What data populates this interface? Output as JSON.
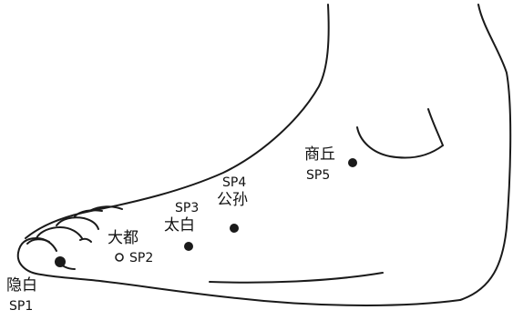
{
  "points": [
    {
      "id": "SP1",
      "name": "隐白",
      "code": "SP1",
      "marker": "filled"
    },
    {
      "id": "SP2",
      "name": "大都",
      "code": "SP2",
      "marker": "open"
    },
    {
      "id": "SP3",
      "name": "太白",
      "code": "SP3",
      "marker": "filled"
    },
    {
      "id": "SP4",
      "name": "公孙",
      "code": "SP4",
      "marker": "filled"
    },
    {
      "id": "SP5",
      "name": "商丘",
      "code": "SP5",
      "marker": "filled"
    }
  ],
  "colors": {
    "outline": "#1a1a1a",
    "marker": "#1a1a1a",
    "background": "#ffffff"
  }
}
